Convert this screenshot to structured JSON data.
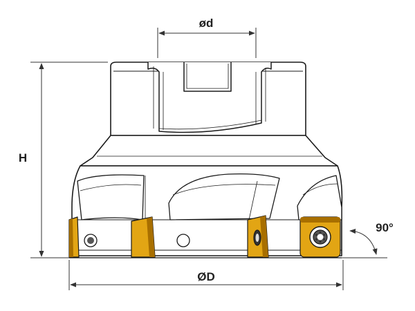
{
  "labels": {
    "bore_diameter": "ød",
    "height": "H",
    "cutter_diameter": "ØD",
    "lead_angle": "90°"
  },
  "colors": {
    "body_fill": "#ffffff",
    "body_stroke": "#1a1a1a",
    "insert_fill": "#e2a514",
    "insert_dark": "#a86f00",
    "dimension_line": "#333333",
    "text": "#222222"
  },
  "icons": {
    "insert_screw": "torx-screw-icon"
  }
}
